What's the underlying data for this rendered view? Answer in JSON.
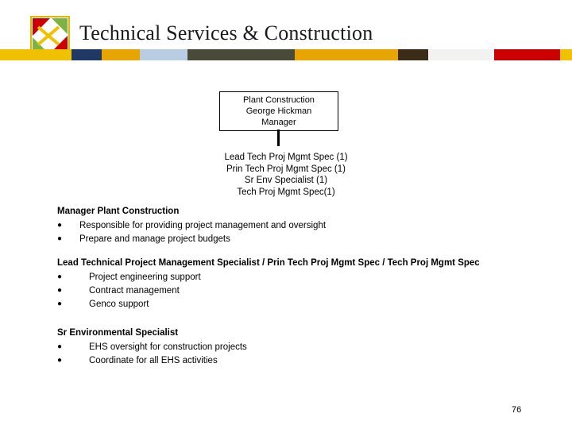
{
  "header": {
    "title": "Technical Services & Construction",
    "logo_name": "company-logo",
    "colorbar": [
      {
        "color": "#efc100",
        "width": 90
      },
      {
        "color": "#1f3864",
        "width": 38
      },
      {
        "color": "#e8a400",
        "width": 48
      },
      {
        "color": "#b8cce4",
        "width": 60
      },
      {
        "color": "#4a4a38",
        "width": 135
      },
      {
        "color": "#e8a400",
        "width": 130
      },
      {
        "color": "#3b2c18",
        "width": 38
      },
      {
        "color": "#f2f2f0",
        "width": 83
      },
      {
        "color": "#cc0000",
        "width": 83
      },
      {
        "color": "#efc100",
        "width": 15
      }
    ]
  },
  "org_box": {
    "line1": "Plant Construction",
    "line2": "George Hickman",
    "line3": "Manager"
  },
  "roles": [
    "Lead Tech Proj Mgmt Spec (1)",
    "Prin Tech Proj Mgmt Spec (1)",
    "Sr Env Specialist (1)",
    "Tech Proj Mgmt Spec(1)"
  ],
  "sections": [
    {
      "title": "Manager Plant Construction",
      "bullets": [
        "Responsible for providing project management and oversight",
        "Prepare and manage project budgets"
      ]
    },
    {
      "title": "Lead Technical Project Management Specialist / Prin Tech Proj Mgmt Spec / Tech Proj Mgmt Spec",
      "bullets": [
        "Project engineering support",
        "Contract management",
        "Genco support"
      ]
    },
    {
      "title": "Sr Environmental Specialist",
      "bullets": [
        "EHS oversight for construction projects",
        "Coordinate for all EHS activities"
      ]
    }
  ],
  "bullet_glyph": "●",
  "page_number": "76"
}
